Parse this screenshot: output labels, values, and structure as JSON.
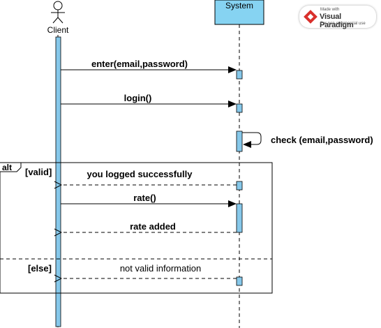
{
  "participants": {
    "client": "Client",
    "system": "System"
  },
  "messages": {
    "m1": "enter(email,password)",
    "m2": "login()",
    "m3": "check (email,password)",
    "m4": "you logged successfully",
    "m5": "rate()",
    "m6": "rate added",
    "m7": "not valid information"
  },
  "fragment": {
    "operator": "alt",
    "guard_valid": "[valid]",
    "guard_else": "[else]"
  },
  "watermark": {
    "line1": "Made with",
    "brand": "Visual Paradigm",
    "line3": "For non-commercial use"
  },
  "colors": {
    "activation": "#86c8ea",
    "system_box": "#86d3f2",
    "line": "#000000"
  }
}
